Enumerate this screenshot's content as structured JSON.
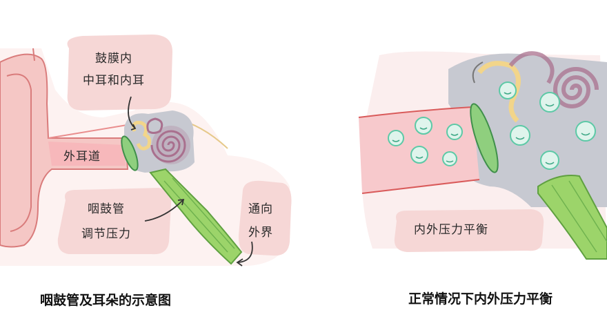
{
  "left_panel": {
    "labels": {
      "eardrum_inner": [
        "鼓膜内",
        "中耳和内耳"
      ],
      "outer_canal": "外耳道",
      "eustachian": [
        "咽鼓管",
        "调节压力"
      ],
      "to_outside": [
        "通向",
        "外界"
      ]
    },
    "caption": "咽鼓管及耳朵的示意图"
  },
  "right_panel": {
    "label": "内外压力平衡",
    "caption": "正常情况下内外压力平衡"
  },
  "colors": {
    "pink_blob": "#f6d7d6",
    "ear_skin": "#f5c7c5",
    "canal_red": "#d95a5a",
    "tube_green": "#9cd46a",
    "cochlea_purple": "#a9708e",
    "grey_area": "#c7c9d1",
    "yellow_bones": "#f2d58a",
    "bubble_teal": "#5cc9a6"
  }
}
